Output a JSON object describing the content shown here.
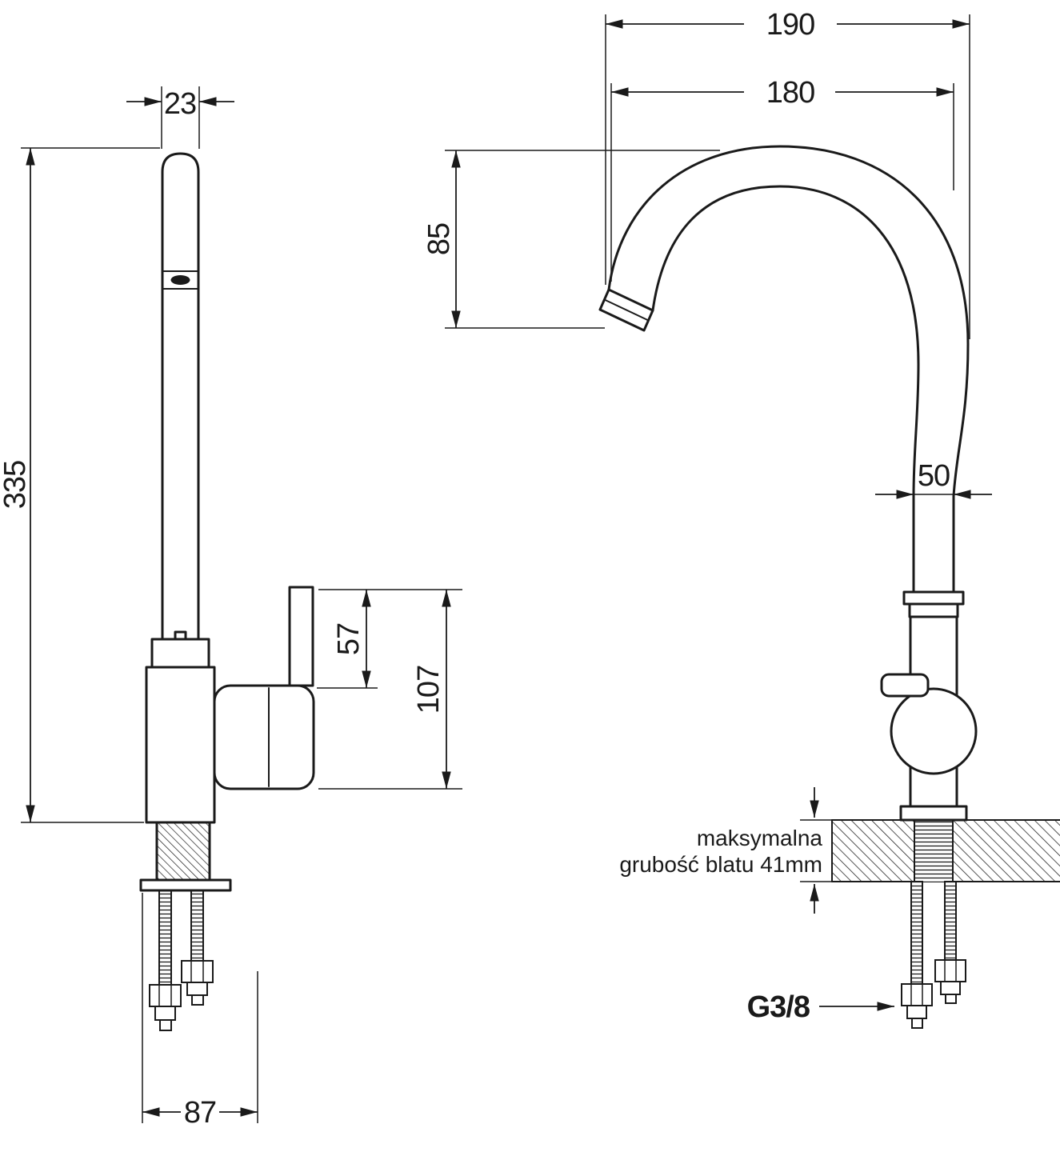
{
  "dimensions": {
    "left_view": {
      "spout_width": "23",
      "total_height": "335",
      "lever_height": "57",
      "body_height": "107",
      "base_width": "87"
    },
    "right_view": {
      "overall_width": "190",
      "spout_reach": "180",
      "spout_drop": "85",
      "pipe_width": "50",
      "max_counter_note_line1": "maksymalna",
      "max_counter_note_line2": "grubość blatu 41mm",
      "thread_size": "G3/8"
    }
  },
  "colors": {
    "line": "#1a1a1a",
    "background": "#ffffff"
  }
}
